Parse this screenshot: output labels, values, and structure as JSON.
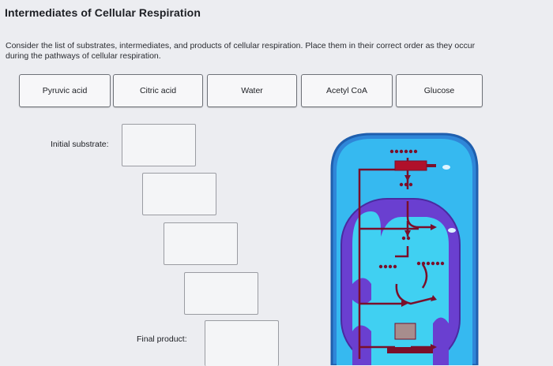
{
  "title": "Intermediates of Cellular Respiration",
  "instructions": [
    "Consider the list of substrates, intermediates, and products of cellular respiration. Place them in their correct order as they occur",
    "during the pathways of cellular respiration."
  ],
  "cards": [
    "Pyruvic acid",
    "Citric acid",
    "Water",
    "Acetyl CoA",
    "Glucose"
  ],
  "labels": {
    "initial": "Initial substrate:",
    "final": "Final product:"
  },
  "colors": {
    "cell_outer": "#2f86d8",
    "cytoplasm": "#35b8f0",
    "mitochondrion": "#6a3fd0",
    "matrix": "#3fd0f0",
    "pathway": "#8a1030",
    "carrier": "#b0102a"
  }
}
